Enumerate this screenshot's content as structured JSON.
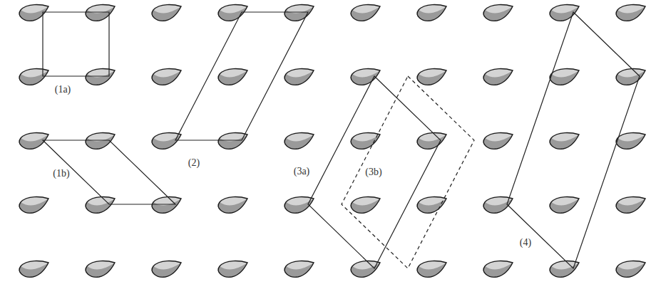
{
  "diagram": {
    "labels": [
      "(1a)",
      "(1b)",
      "(2)",
      "(3a)",
      "(3b)",
      "(4)"
    ]
  }
}
